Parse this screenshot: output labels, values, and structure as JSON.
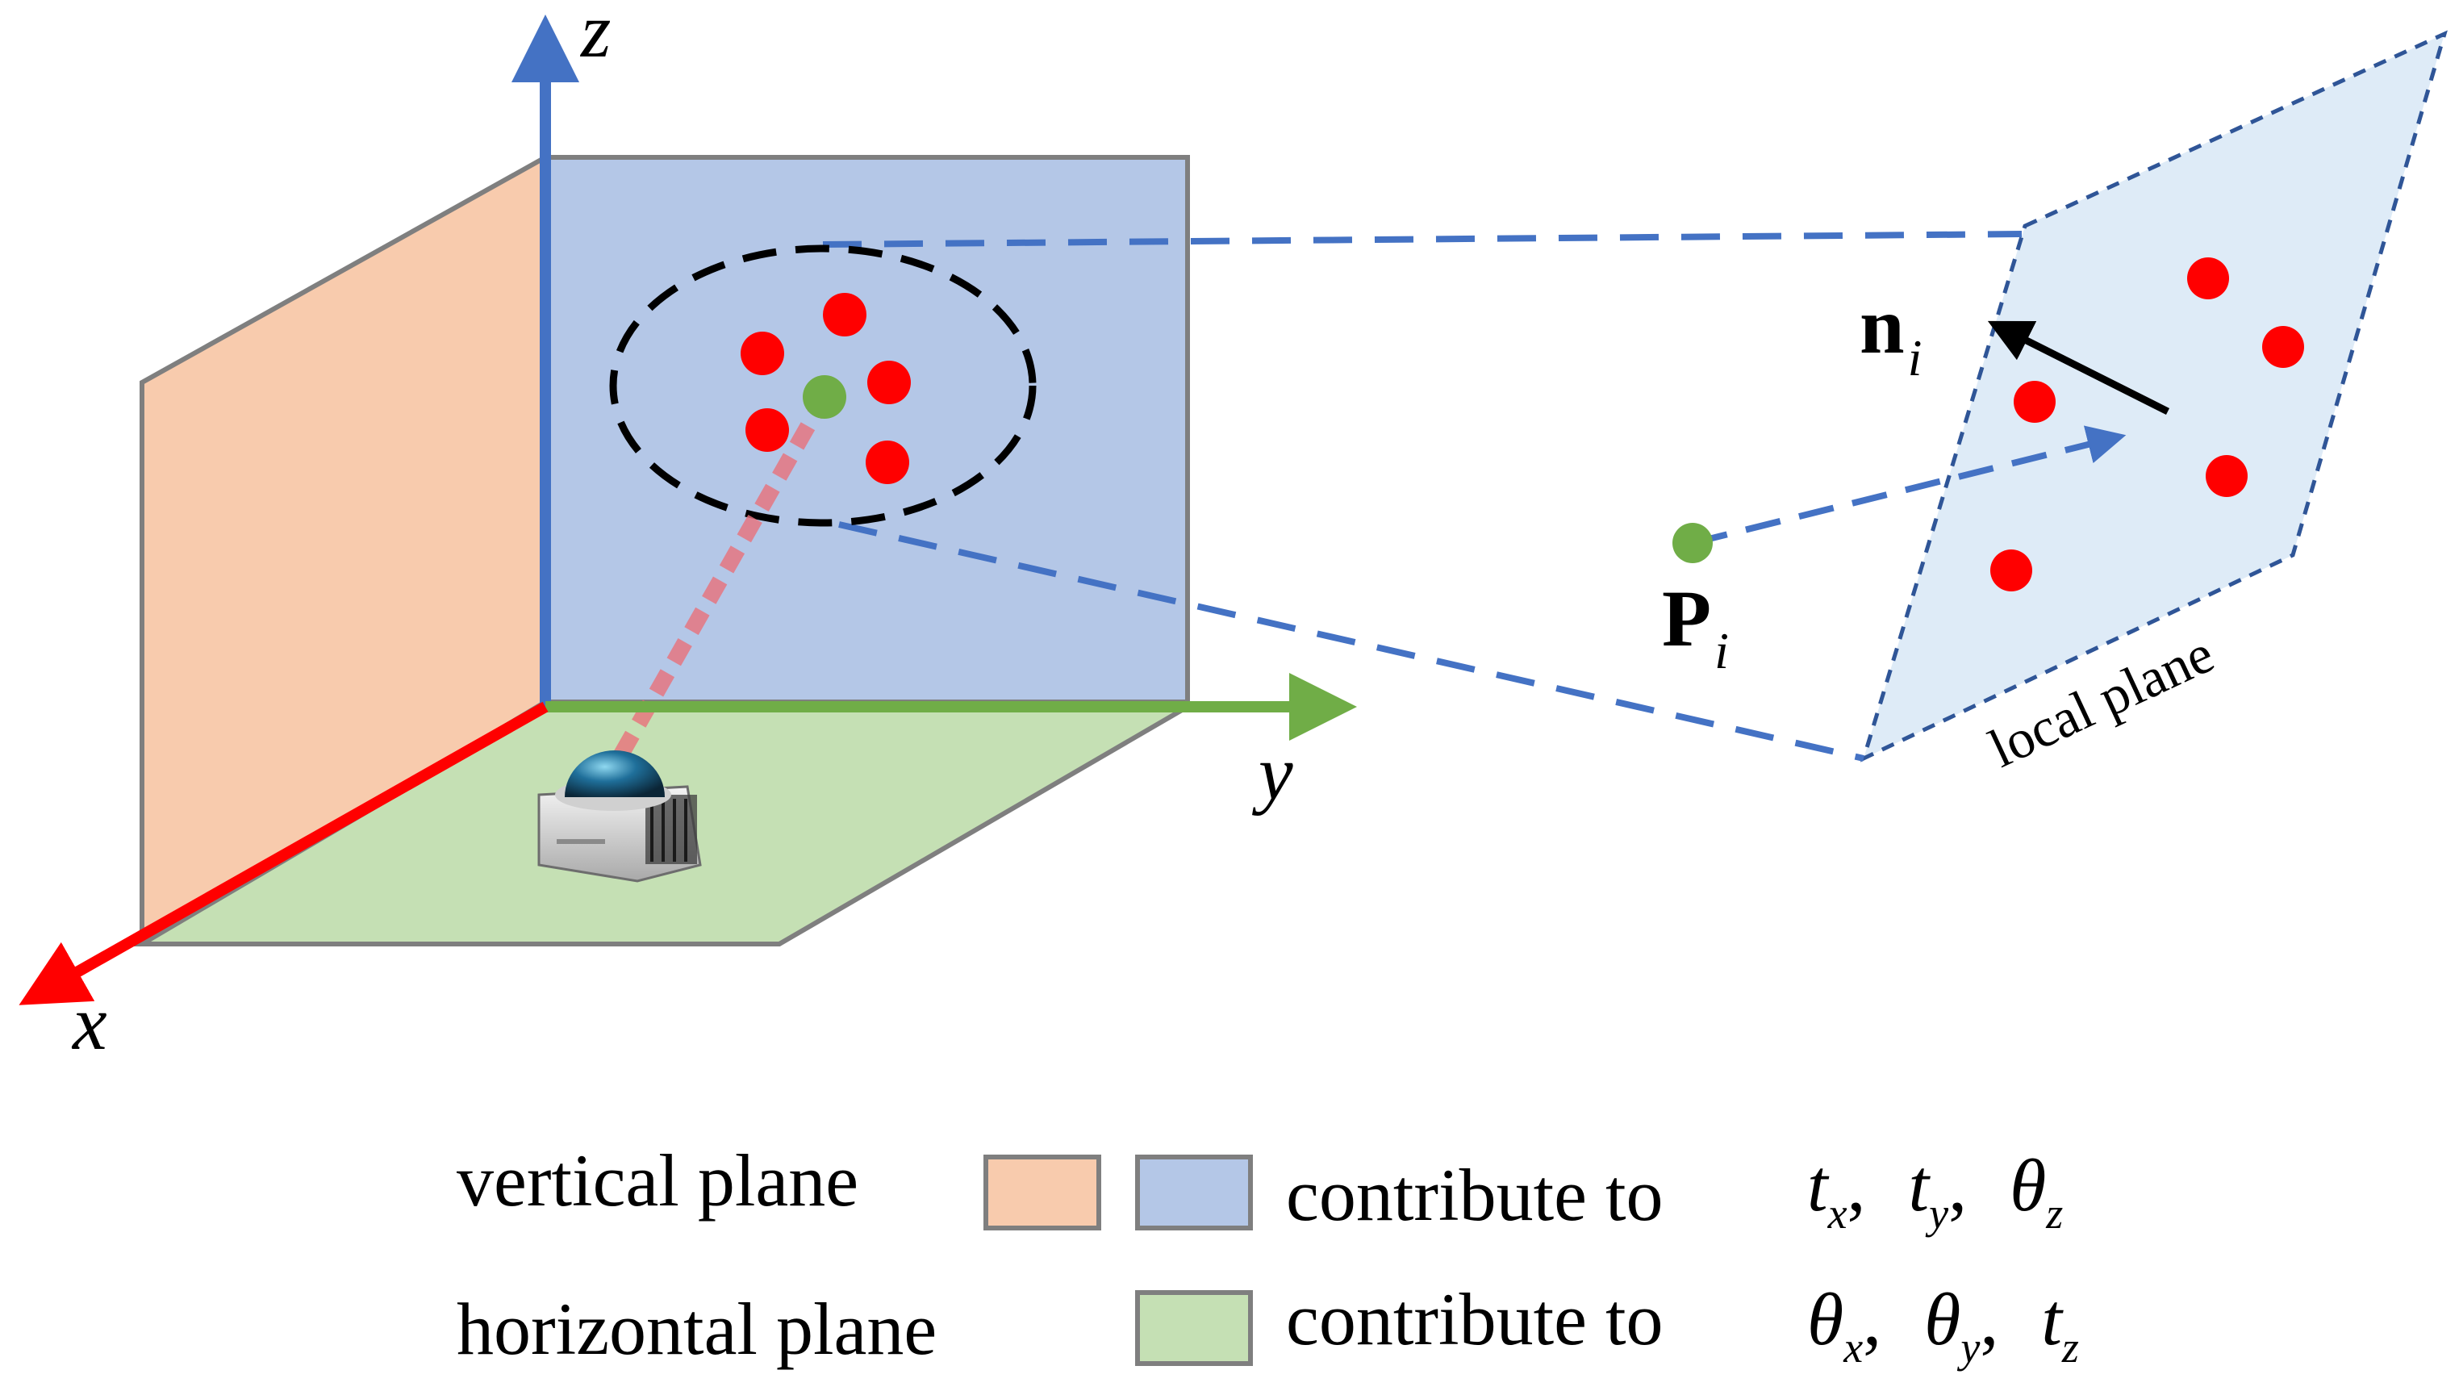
{
  "axes": {
    "x": "x",
    "y": "y",
    "z": "z"
  },
  "labels": {
    "normal_main": "n",
    "normal_sub": "i",
    "point_main": "P",
    "point_sub": "i",
    "local_plane": "local plane"
  },
  "legend": {
    "vertical_label": "vertical plane",
    "horizontal_label": "horizontal plane",
    "contribute_to": "contribute to",
    "row1_terms": [
      {
        "main": "t",
        "sub": "x",
        "sep": ","
      },
      {
        "main": "t",
        "sub": "y",
        "sep": ","
      },
      {
        "main": "θ",
        "sub": "z",
        "sep": ""
      }
    ],
    "row2_terms": [
      {
        "main": "θ",
        "sub": "x",
        "sep": ","
      },
      {
        "main": "θ",
        "sub": "y",
        "sep": ","
      },
      {
        "main": "t",
        "sub": "z",
        "sep": ""
      }
    ]
  },
  "colors": {
    "vertical_plane_orange": "#f8cbad",
    "vertical_plane_blue": "#b4c7e7",
    "horizontal_plane": "#c5e0b4",
    "local_plane": "#deebf7",
    "x_axis": "#ff0000",
    "y_axis": "#70ad47",
    "z_axis": "#4472c4",
    "points": "#ff0000",
    "query_point": "#70ad47"
  },
  "icons": {
    "sensor": "lidar-sensor-icon"
  }
}
